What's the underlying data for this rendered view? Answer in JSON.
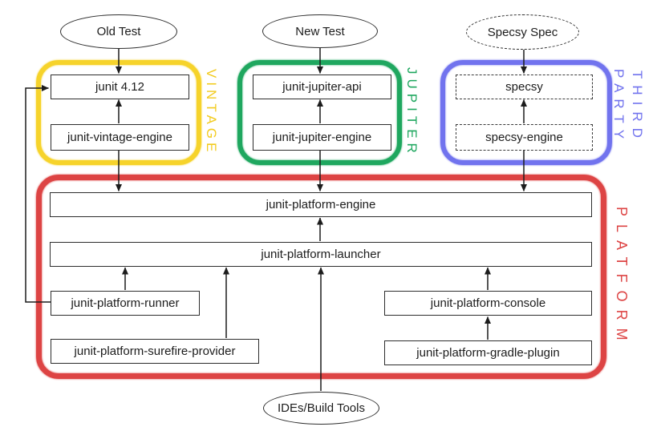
{
  "colors": {
    "vintage": "#F6D32B",
    "jupiter": "#1FA75F",
    "third_party": "#7173EE",
    "platform": "#DD4444",
    "line": "#1c1c1c"
  },
  "ellipses": {
    "old_test": "Old Test",
    "new_test": "New Test",
    "specsy_spec": "Specsy Spec",
    "ides_build_tools": "IDEs/Build Tools"
  },
  "groups": {
    "vintage": "VINTAGE",
    "jupiter": "JUPITER",
    "third_party": "THIRD PARTY",
    "platform": "PLATFORM"
  },
  "nodes": {
    "junit412": "junit 4.12",
    "vintage_engine": "junit-vintage-engine",
    "jupiter_api": "junit-jupiter-api",
    "jupiter_engine": "junit-jupiter-engine",
    "specsy": "specsy",
    "specsy_engine": "specsy-engine",
    "platform_engine": "junit-platform-engine",
    "platform_launcher": "junit-platform-launcher",
    "platform_runner": "junit-platform-runner",
    "platform_console": "junit-platform-console",
    "surefire_provider": "junit-platform-surefire-provider",
    "gradle_plugin": "junit-platform-gradle-plugin"
  },
  "edges": [
    {
      "from": "old_test",
      "to": "junit412",
      "direction": "down"
    },
    {
      "from": "vintage_engine",
      "to": "junit412",
      "direction": "up"
    },
    {
      "from": "vintage_engine",
      "to": "platform_engine",
      "direction": "down"
    },
    {
      "from": "new_test",
      "to": "jupiter_api",
      "direction": "down"
    },
    {
      "from": "jupiter_engine",
      "to": "jupiter_api",
      "direction": "up"
    },
    {
      "from": "jupiter_engine",
      "to": "platform_engine",
      "direction": "down"
    },
    {
      "from": "specsy_spec",
      "to": "specsy",
      "direction": "down"
    },
    {
      "from": "specsy_engine",
      "to": "specsy",
      "direction": "up"
    },
    {
      "from": "specsy_engine",
      "to": "platform_engine",
      "direction": "down"
    },
    {
      "from": "platform_launcher",
      "to": "platform_engine",
      "direction": "up"
    },
    {
      "from": "platform_runner",
      "to": "platform_launcher",
      "direction": "up"
    },
    {
      "from": "surefire_provider",
      "to": "platform_launcher",
      "direction": "up"
    },
    {
      "from": "ides_build_tools",
      "to": "platform_launcher",
      "direction": "up"
    },
    {
      "from": "platform_console",
      "to": "platform_launcher",
      "direction": "up"
    },
    {
      "from": "gradle_plugin",
      "to": "platform_console",
      "direction": "up"
    },
    {
      "from": "platform_runner",
      "to": "junit412",
      "direction": "left-up-right loop"
    }
  ]
}
